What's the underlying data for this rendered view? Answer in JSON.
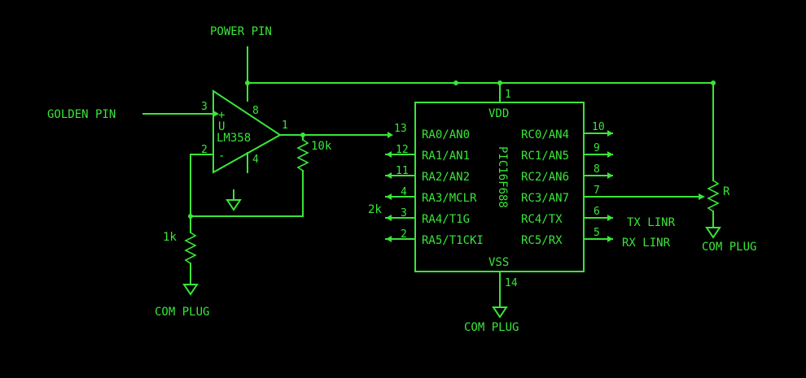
{
  "colors": {
    "background": "#000000",
    "wire": "#39e639"
  },
  "labels": {
    "power_pin": "POWER PIN",
    "golden_pin": "GOLDEN PIN",
    "tx_line": "TX LINR",
    "rx_line": "RX LINR",
    "com_plug_left": "COM PLUG",
    "com_plug_mid": "COM PLUG",
    "com_plug_right": "COM PLUG"
  },
  "opamp": {
    "name": "LM358",
    "unit": "U",
    "plus": "+",
    "minus": "-",
    "pins": {
      "in_plus": "3",
      "in_minus": "2",
      "out": "1",
      "vcc": "8",
      "gnd": "4"
    }
  },
  "resistors": {
    "feedback": "10k",
    "ground": "1k",
    "pot_label": "R",
    "ra4_value": "2k"
  },
  "mcu": {
    "name": "PIC16F688",
    "vdd": "VDD",
    "vss": "VSS",
    "vdd_pin": "1",
    "vss_pin": "14",
    "left_pins": [
      {
        "num": "13",
        "name": "RA0/AN0"
      },
      {
        "num": "12",
        "name": "RA1/AN1"
      },
      {
        "num": "11",
        "name": "RA2/AN2"
      },
      {
        "num": "4",
        "name": "RA3/MCLR"
      },
      {
        "num": "3",
        "name": "RA4/T1G"
      },
      {
        "num": "2",
        "name": "RA5/T1CKI"
      }
    ],
    "right_pins": [
      {
        "num": "10",
        "name": "RC0/AN4"
      },
      {
        "num": "9",
        "name": "RC1/AN5"
      },
      {
        "num": "8",
        "name": "RC2/AN6"
      },
      {
        "num": "7",
        "name": "RC3/AN7"
      },
      {
        "num": "6",
        "name": "RC4/TX"
      },
      {
        "num": "5",
        "name": "RC5/RX"
      }
    ]
  }
}
